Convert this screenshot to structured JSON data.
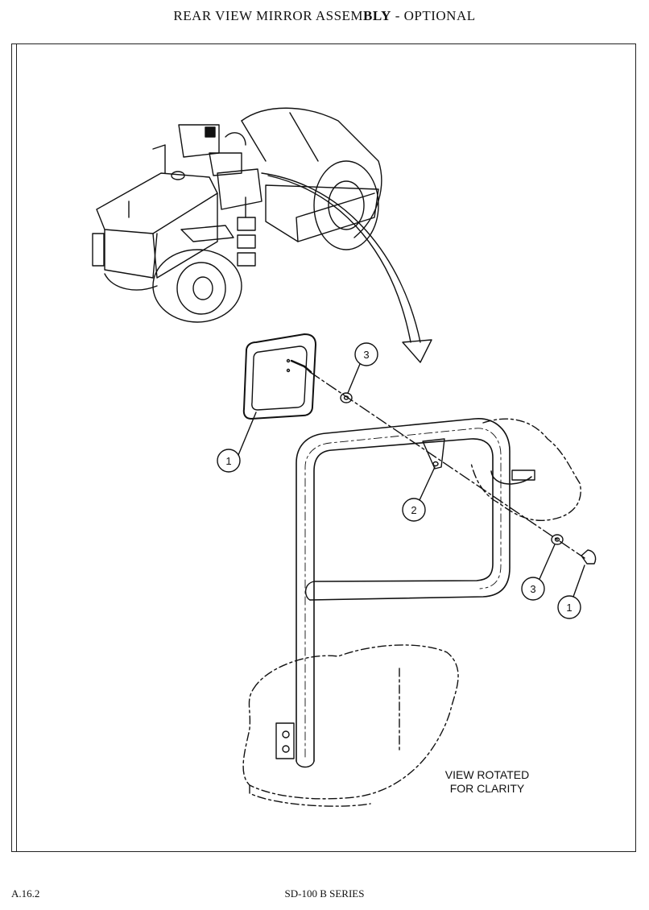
{
  "header": {
    "title_prefix": "REAR  VIEW  MIRROR  ASSEM",
    "title_bold": "BLY",
    "title_suffix": " - OPTIONAL"
  },
  "diagram": {
    "note_line1": "VIEW ROTATED",
    "note_line2": "FOR CLARITY",
    "callouts": [
      "1",
      "3",
      "2",
      "3",
      "1"
    ]
  },
  "footer": {
    "page_ref": "A.16.2",
    "series": "SD-100 B SERIES"
  }
}
